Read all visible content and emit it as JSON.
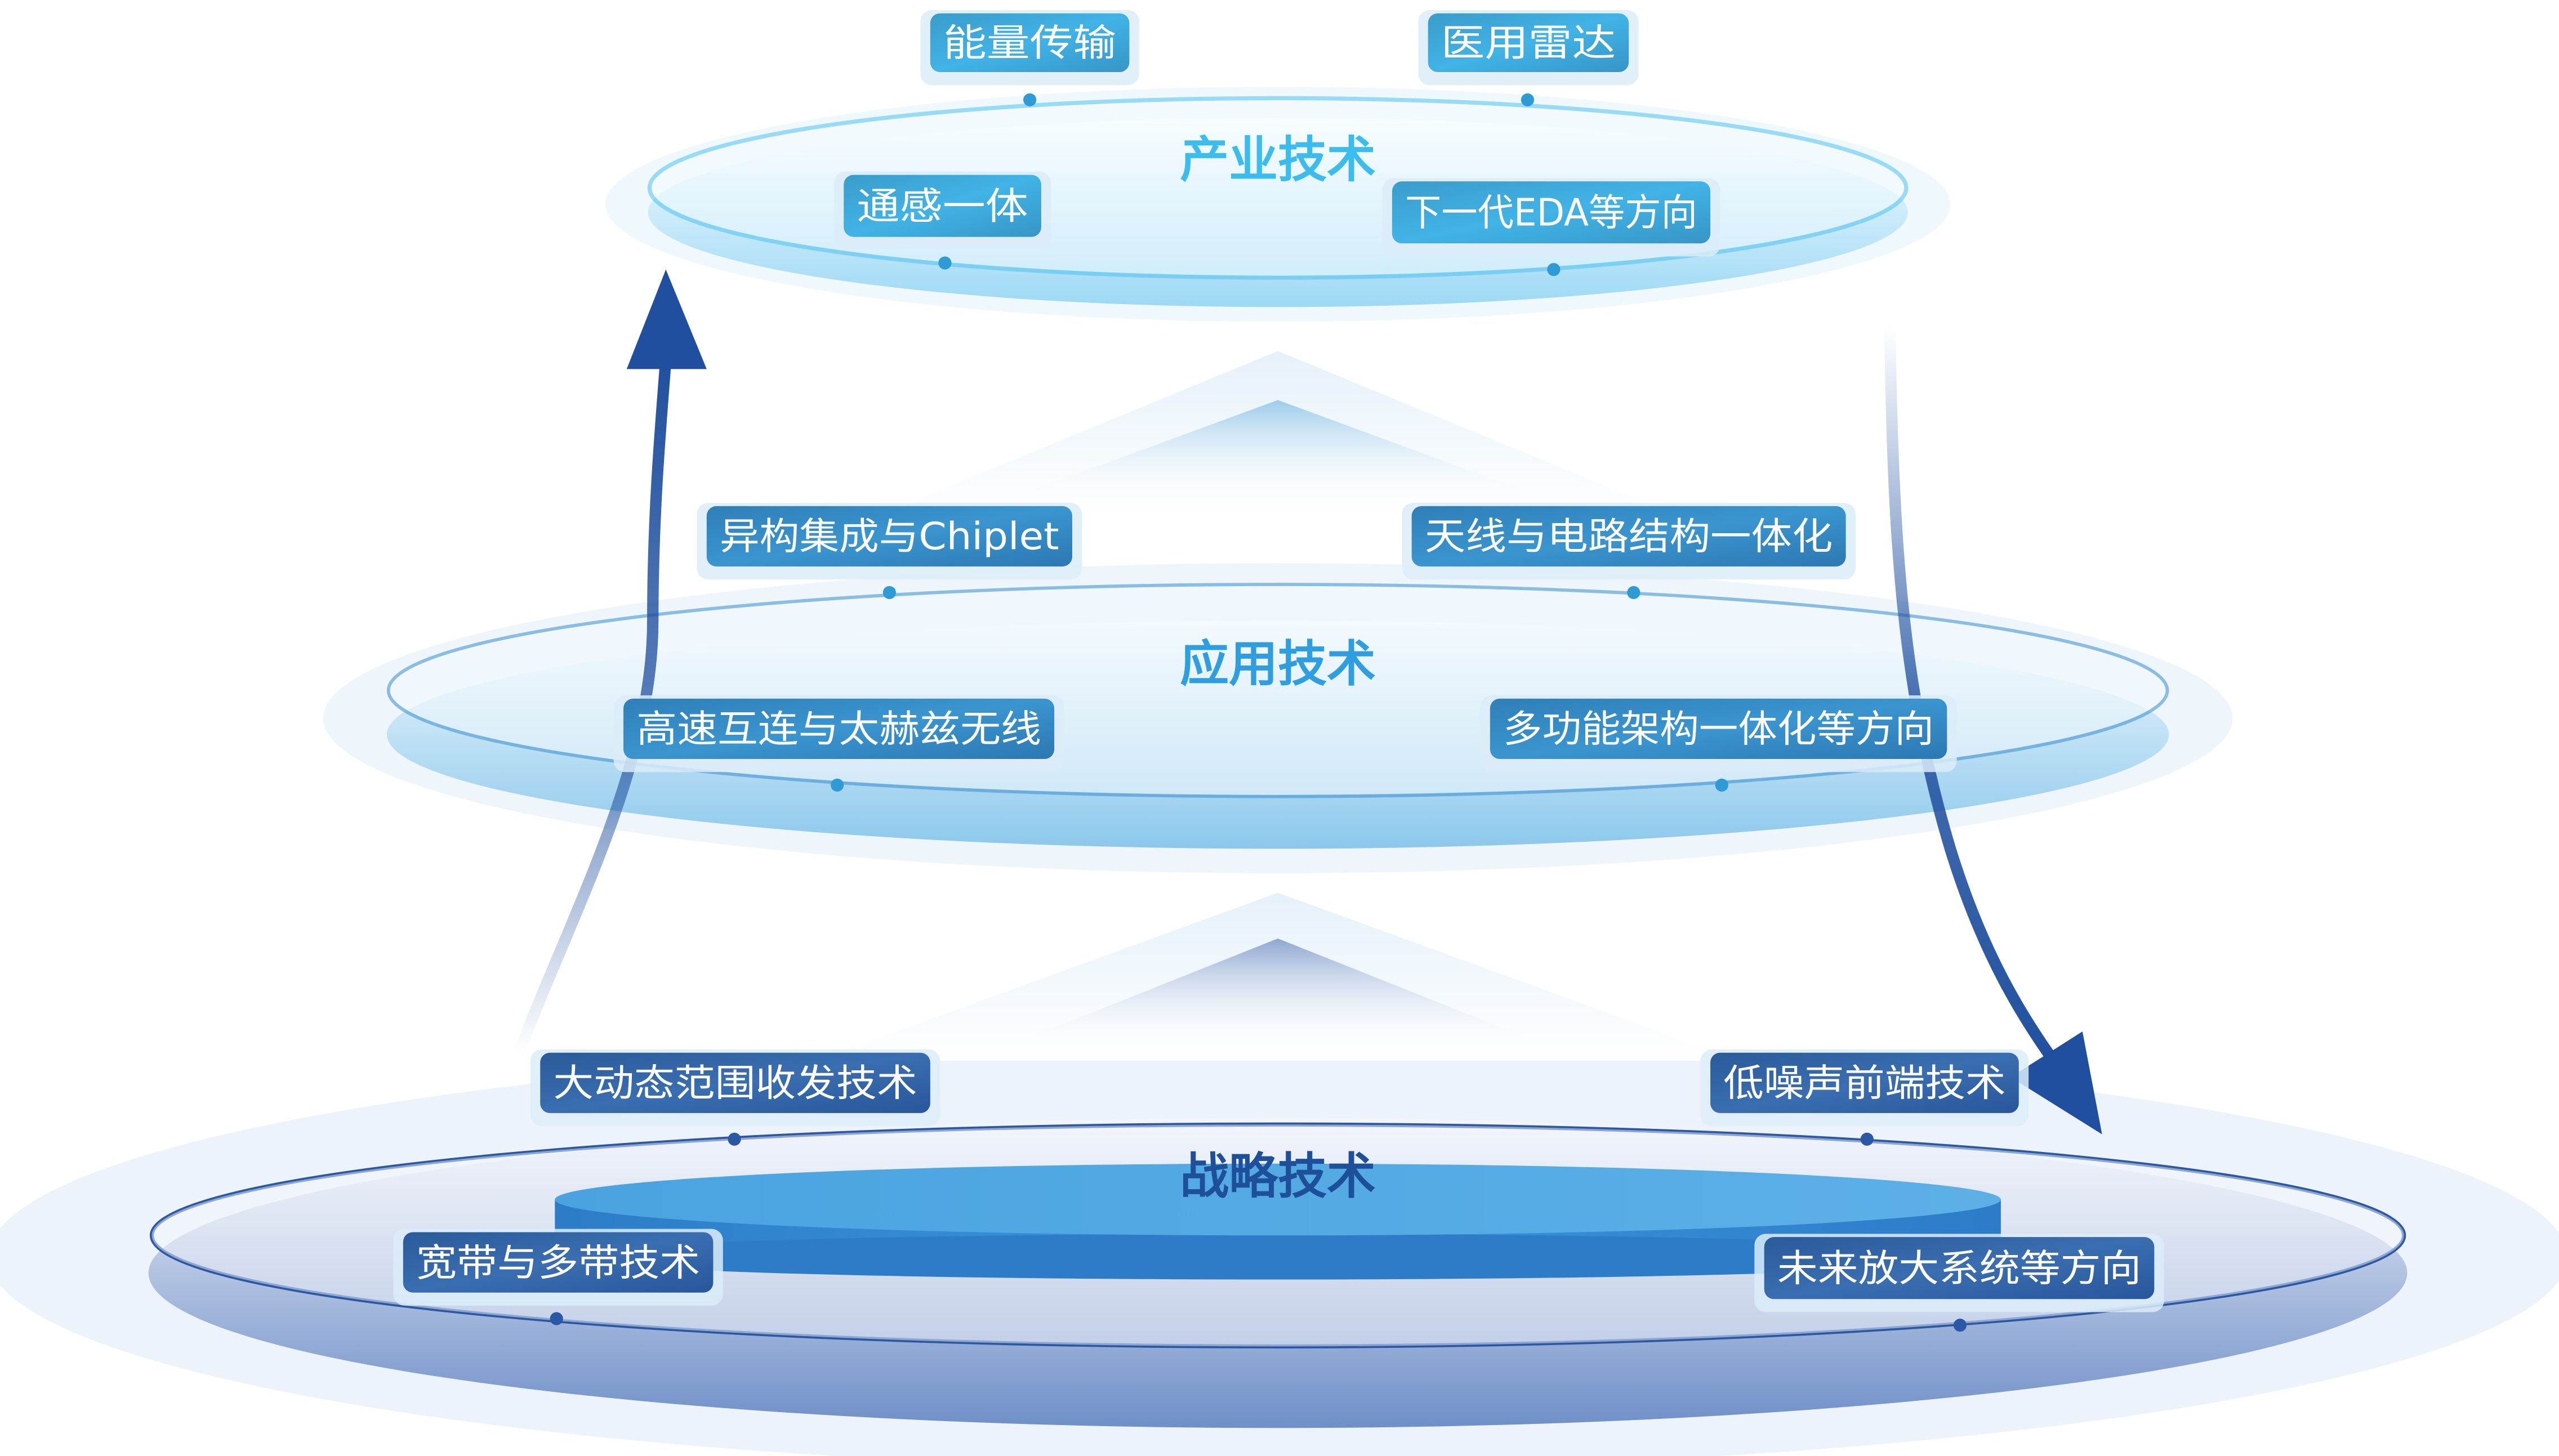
{
  "layers": {
    "industry": {
      "title": "产业技术",
      "items": [
        "能量传输",
        "医用雷达",
        "通感一体",
        "下一代EDA等方向"
      ]
    },
    "application": {
      "title": "应用技术",
      "items": [
        "异构集成与Chiplet",
        "天线与电路结构一体化",
        "高速互连与太赫兹无线",
        "多功能架构一体化等方向"
      ]
    },
    "strategic": {
      "title": "战略技术",
      "items": [
        "大动态范围收发技术",
        "低噪声前端技术",
        "宽带与多带技术",
        "未来放大系统等方向"
      ]
    }
  },
  "colors": {
    "industry": "#3bbcee",
    "application": "#2e9ee0",
    "strategic": "#1e4f9a",
    "arrow": "#1f4f9e"
  }
}
